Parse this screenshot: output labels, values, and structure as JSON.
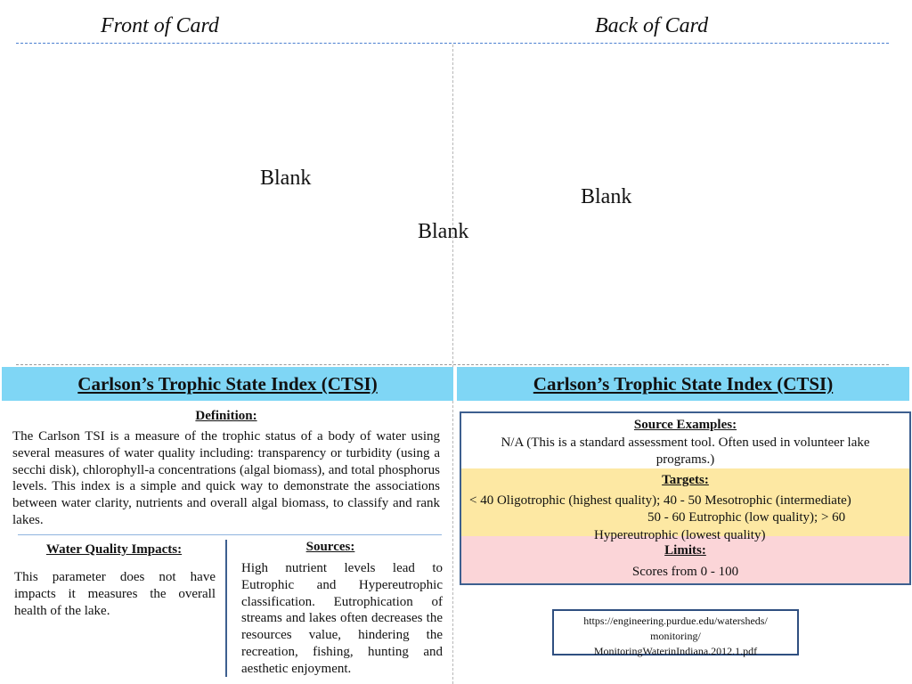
{
  "header": {
    "front_label": "Front of Card",
    "back_label": "Back of Card"
  },
  "blanks": [
    "Blank",
    "Blank",
    "Blank"
  ],
  "front": {
    "banner": "Carlson’s Trophic State Index (CTSI)",
    "definition_heading": "Definition:",
    "definition_text": "The Carlson TSI is a measure of the trophic status of a body of water using several measures of water quality including: transparency or turbidity (using a secchi disk), chlorophyll-a concentrations (algal biomass), and total phosphorus levels.  This index is a simple and quick way to demonstrate the associations between water clarity, nutrients and overall algal biomass, to classify and rank lakes.",
    "impacts_heading": "Water Quality Impacts:",
    "impacts_text": "This parameter does not have impacts it measures the overall health of the lake.",
    "sources_heading": "Sources:",
    "sources_text": "High nutrient levels lead to Eutrophic and Hypereutrophic classification. Eutrophication of streams and lakes often decreases the resources value, hindering the recreation, fishing, hunting and aesthetic enjoyment."
  },
  "back": {
    "banner": "Carlson’s Trophic State Index (CTSI)",
    "source_examples_heading": "Source Examples:",
    "source_examples_text": "N/A (This is a standard assessment tool. Often used in volunteer lake programs.)",
    "targets_heading": "Targets:",
    "targets_line1": "< 40 Oligotrophic (highest quality); 40 - 50 Mesotrophic (intermediate)",
    "targets_line2": "50 - 60 Eutrophic (low quality); > 60",
    "targets_line3": "Hypereutrophic (lowest quality)",
    "limits_heading": "Limits:",
    "limits_text": "Scores from 0 - 100",
    "url_line1": "https://engineering.purdue.edu/watersheds/",
    "url_line2": "monitoring/",
    "url_line3": "MonitoringWaterinIndiana.2012.1.pdf"
  }
}
